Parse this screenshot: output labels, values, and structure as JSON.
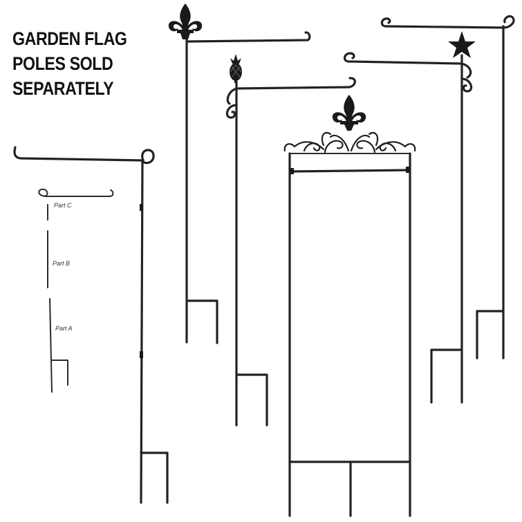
{
  "headline": {
    "lines": [
      "GARDEN FLAG",
      "POLES SOLD",
      "SEPARATELY"
    ]
  },
  "parts": {
    "part_c": "Part C",
    "part_b": "Part B",
    "part_a": "Part A"
  },
  "colors": {
    "background": "#ffffff",
    "metal": "#222222"
  }
}
